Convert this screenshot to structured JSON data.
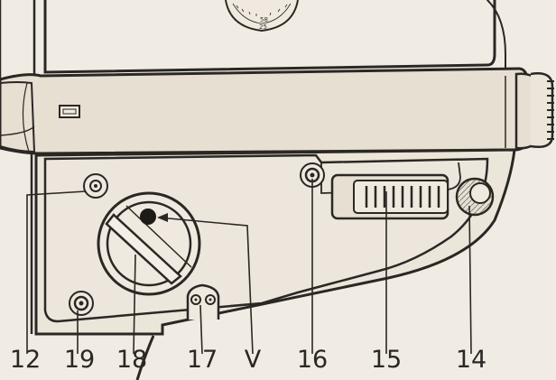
{
  "callouts": {
    "c12": "12",
    "c19": "19",
    "c18": "18",
    "c17": "17",
    "cV": "V",
    "c16": "16",
    "c15": "15",
    "c14": "14"
  },
  "dial_scale": {
    "n1": "58",
    "n2": "25"
  },
  "colors": {
    "background": "#f1ece3",
    "body_fill": "#e6dfd2",
    "ink": "#2b2724"
  }
}
